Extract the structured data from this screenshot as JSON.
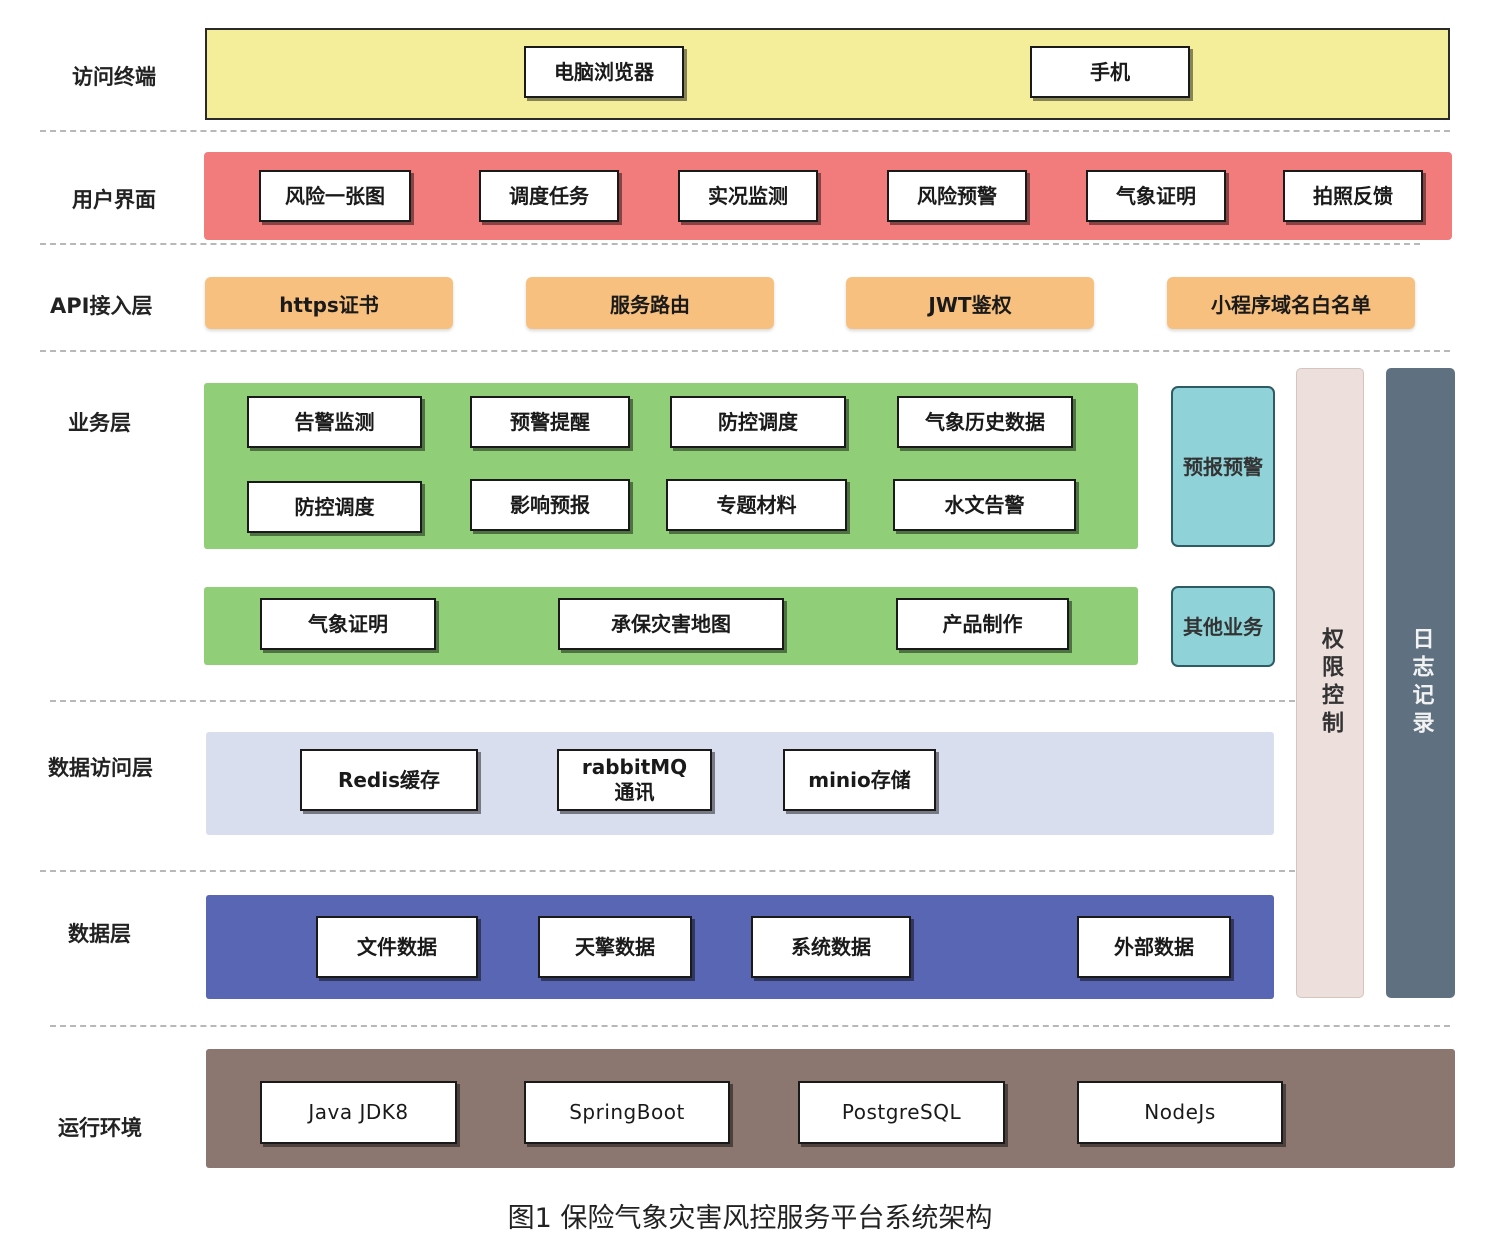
{
  "layers": {
    "access": "访问终端",
    "ui": "用户界面",
    "api": "API接入层",
    "business": "业务层",
    "data_access": "数据访问层",
    "data": "数据层",
    "runtime": "运行环境"
  },
  "access_terminal": [
    "电脑浏览器",
    "手机"
  ],
  "user_interface": [
    "风险一张图",
    "调度任务",
    "实况监测",
    "风险预警",
    "气象证明",
    "拍照反馈"
  ],
  "api_layer": [
    "https证书",
    "服务路由",
    "JWT鉴权",
    "小程序域名白名单"
  ],
  "business": {
    "row1": [
      "告警监测",
      "预警提醒",
      "防控调度",
      "气象历史数据"
    ],
    "row2": [
      "防控调度",
      "影响预报",
      "专题材料",
      "水文告警"
    ],
    "row3": [
      "气象证明",
      "承保灾害地图",
      "产品制作"
    ],
    "forecast": "预报预警",
    "other": "其他业务"
  },
  "data_access": [
    "Redis缓存",
    "rabbitMQ 通讯",
    "minio存储"
  ],
  "data_layer": [
    "文件数据",
    "天擎数据",
    "系统数据",
    "外部数据"
  ],
  "runtime": [
    "Java JDK8",
    "SpringBoot",
    "PostgreSQL",
    "NodeJs"
  ],
  "side": {
    "permission": "权限控制",
    "logging": "日志记录"
  },
  "caption": "图1  保险气象灾害风控服务平台系统架构",
  "colors": {
    "access_band": "#f4ee9a",
    "ui_band": "#f27b7b",
    "api_pill": "#f8c07e",
    "business_band": "#90cf78",
    "teal": "#8fd3d9",
    "data_access_band": "#d9deef",
    "data_band": "#5866b3",
    "runtime_band": "#8b7770",
    "permission_col": "#ecdfdc",
    "logging_col": "#5f7180"
  }
}
